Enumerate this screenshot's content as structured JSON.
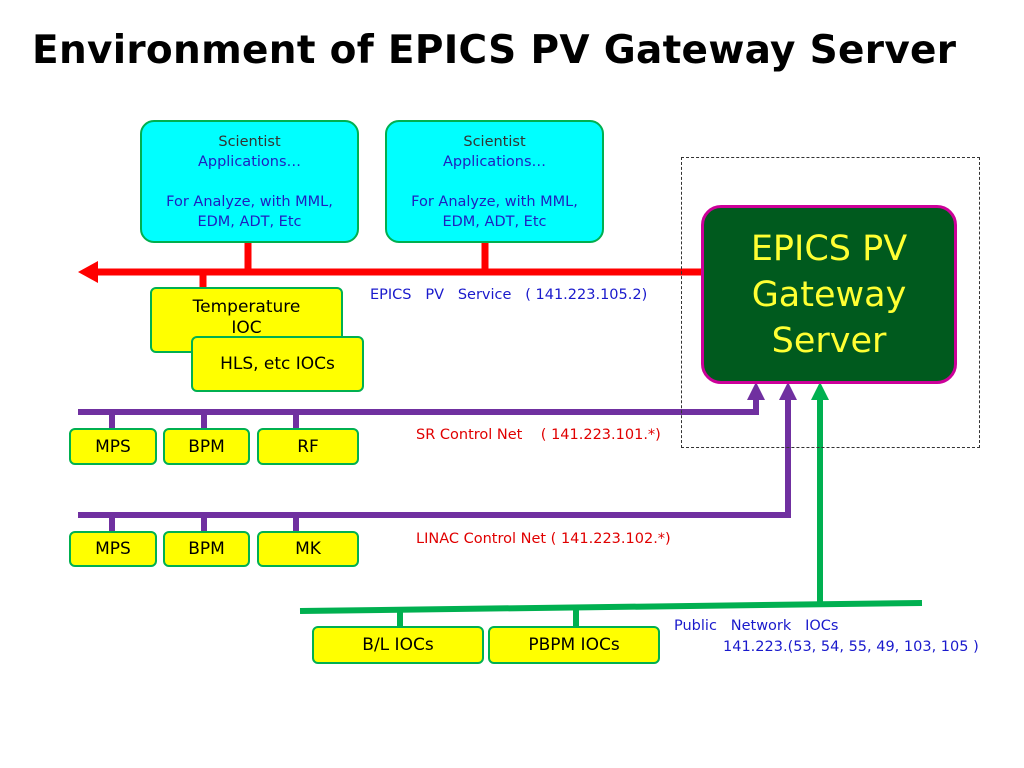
{
  "title": "Environment of EPICS PV Gateway Server",
  "scientist_apps": [
    {
      "line1": "Scientist",
      "line2": "Applications…",
      "line3": "For Analyze, with MML,",
      "line4": "EDM, ADT, Etc"
    },
    {
      "line1": "Scientist",
      "line2": "Applications…",
      "line3": "For Analyze, with MML,",
      "line4": "EDM, ADT, Etc"
    }
  ],
  "gateway": {
    "line1": "EPICS PV",
    "line2": "Gateway",
    "line3": "Server"
  },
  "epics_service_label": "EPICS   PV   Service   ( 141.223.105.2)",
  "temperature_ioc": {
    "line1": "Temperature",
    "line2": "IOC"
  },
  "hls_iocs": "HLS, etc IOCs",
  "sr_net": {
    "label": "SR Control Net    ( 141.223.101.*)",
    "boxes": [
      "MPS",
      "BPM",
      "RF"
    ]
  },
  "linac_net": {
    "label": "LINAC Control Net ( 141.223.102.*)",
    "boxes": [
      "MPS",
      "BPM",
      "MK"
    ]
  },
  "public_net": {
    "label_line1": "Public   Network   IOCs",
    "label_line2": "141.223.(53, 54, 55, 49, 103, 105 )",
    "boxes": [
      "B/L IOCs",
      "PBPM   IOCs"
    ]
  },
  "colors": {
    "service_bus": "#ff0000",
    "control_bus": "#7030a0",
    "public_bus": "#00b050",
    "gateway_fill": "#005a1e",
    "gateway_border": "#cc0099",
    "gateway_text": "#ffff33",
    "app_fill": "#00ffff",
    "ioc_fill": "#ffff00"
  }
}
